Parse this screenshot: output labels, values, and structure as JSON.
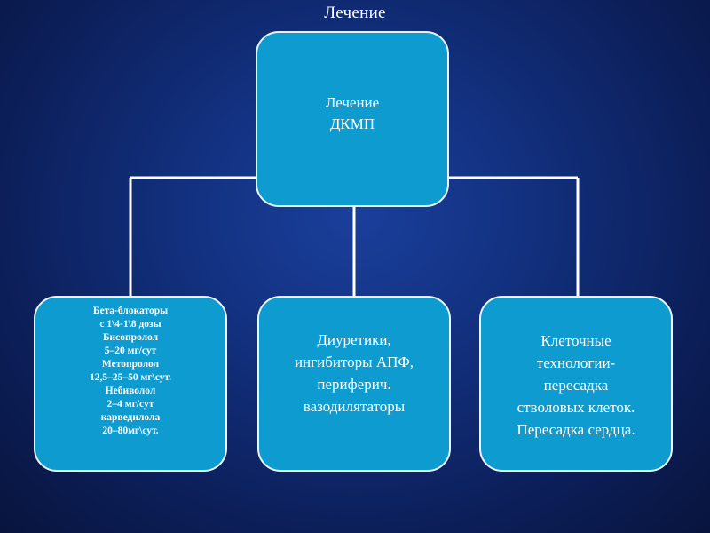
{
  "slide": {
    "title": "Лечение"
  },
  "diagram": {
    "root": {
      "label": "Лечение\nДКМП"
    },
    "children": [
      {
        "label": "Бета-блокаторы\nс 1\\4-1\\8 дозы\nБисопролол\n5–20 мг/сут\nМетопролол\n12,5–25–50 мг\\сут.\nНебиволол\n2–4 мг/сут\nкарведилола\n20–80мг\\сут."
      },
      {
        "label": "Диуретики,\nингибиторы АПФ,\nпериферич.\nвазодилятаторы"
      },
      {
        "label": "Клеточные\nтехнологии-\nпересадка\nстволовых клеток.\nПересадка сердца."
      }
    ]
  },
  "colors": {
    "box_fill": "#0e9bcf",
    "box_border": "#e9f3f8",
    "connector": "#ffffff",
    "background": "#12307e"
  }
}
